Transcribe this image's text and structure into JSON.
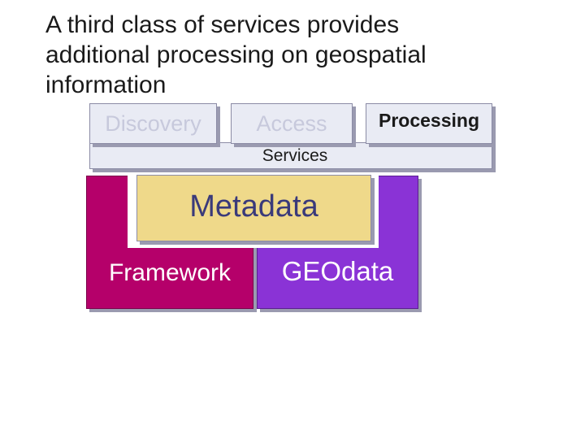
{
  "title": {
    "line1": "A third class of services provides",
    "line2": "additional processing on geospatial",
    "line3": "information"
  },
  "services": {
    "tabs": [
      "Discovery",
      "Access",
      "Processing"
    ],
    "active_tab": "Processing",
    "bar_label": "Services"
  },
  "layers": {
    "framework": "Framework",
    "geodata": "GEOdata",
    "metadata": "Metadata"
  },
  "colors": {
    "framework": "#b5006a",
    "geodata": "#8a33d6",
    "metadata": "#efd98a",
    "services": "#e9ebf4"
  }
}
